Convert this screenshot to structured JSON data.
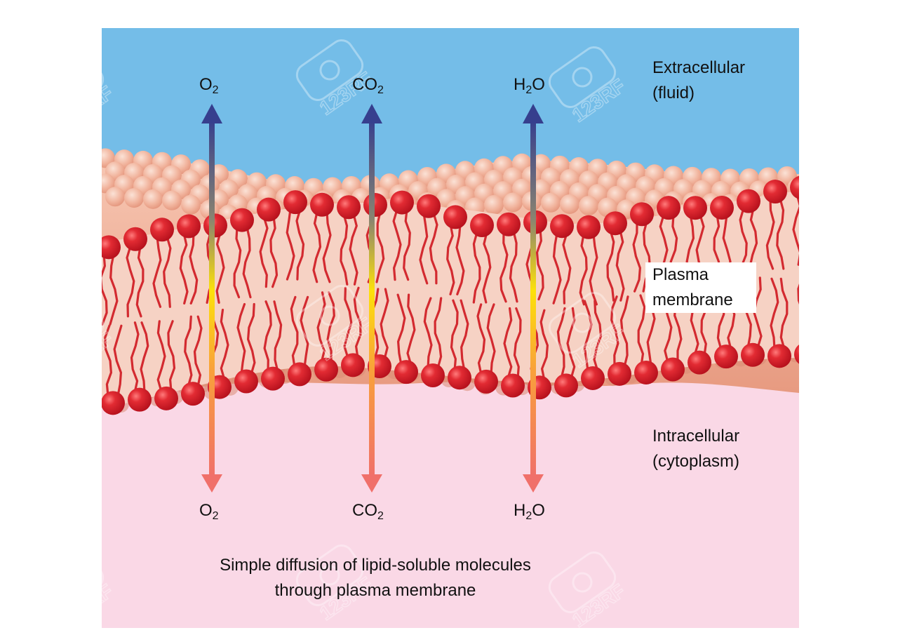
{
  "regions": {
    "extracellular": [
      "Extracellular",
      "(fluid)"
    ],
    "membrane": [
      "Plasma",
      "membrane"
    ],
    "intracellular": [
      "Intracellular",
      "(cytoplasm)"
    ]
  },
  "molecules": [
    {
      "base": "O",
      "sub": "2",
      "suffix": ""
    },
    {
      "base": "CO",
      "sub": "2",
      "suffix": ""
    },
    {
      "base": "H",
      "sub": "2",
      "suffix": "O"
    }
  ],
  "caption": [
    "Simple diffusion of lipid-soluble molecules",
    "through plasma membrane"
  ],
  "watermark": "123RF",
  "colors": {
    "extracellular": "#74bde8",
    "intracellular": "#fad8e6",
    "lipid_head": "#d8202c",
    "membrane_core": "#f6d2c4",
    "arrow_top": "#363f8e",
    "arrow_middle": "#fde10a",
    "arrow_bottom": "#f0706a"
  }
}
